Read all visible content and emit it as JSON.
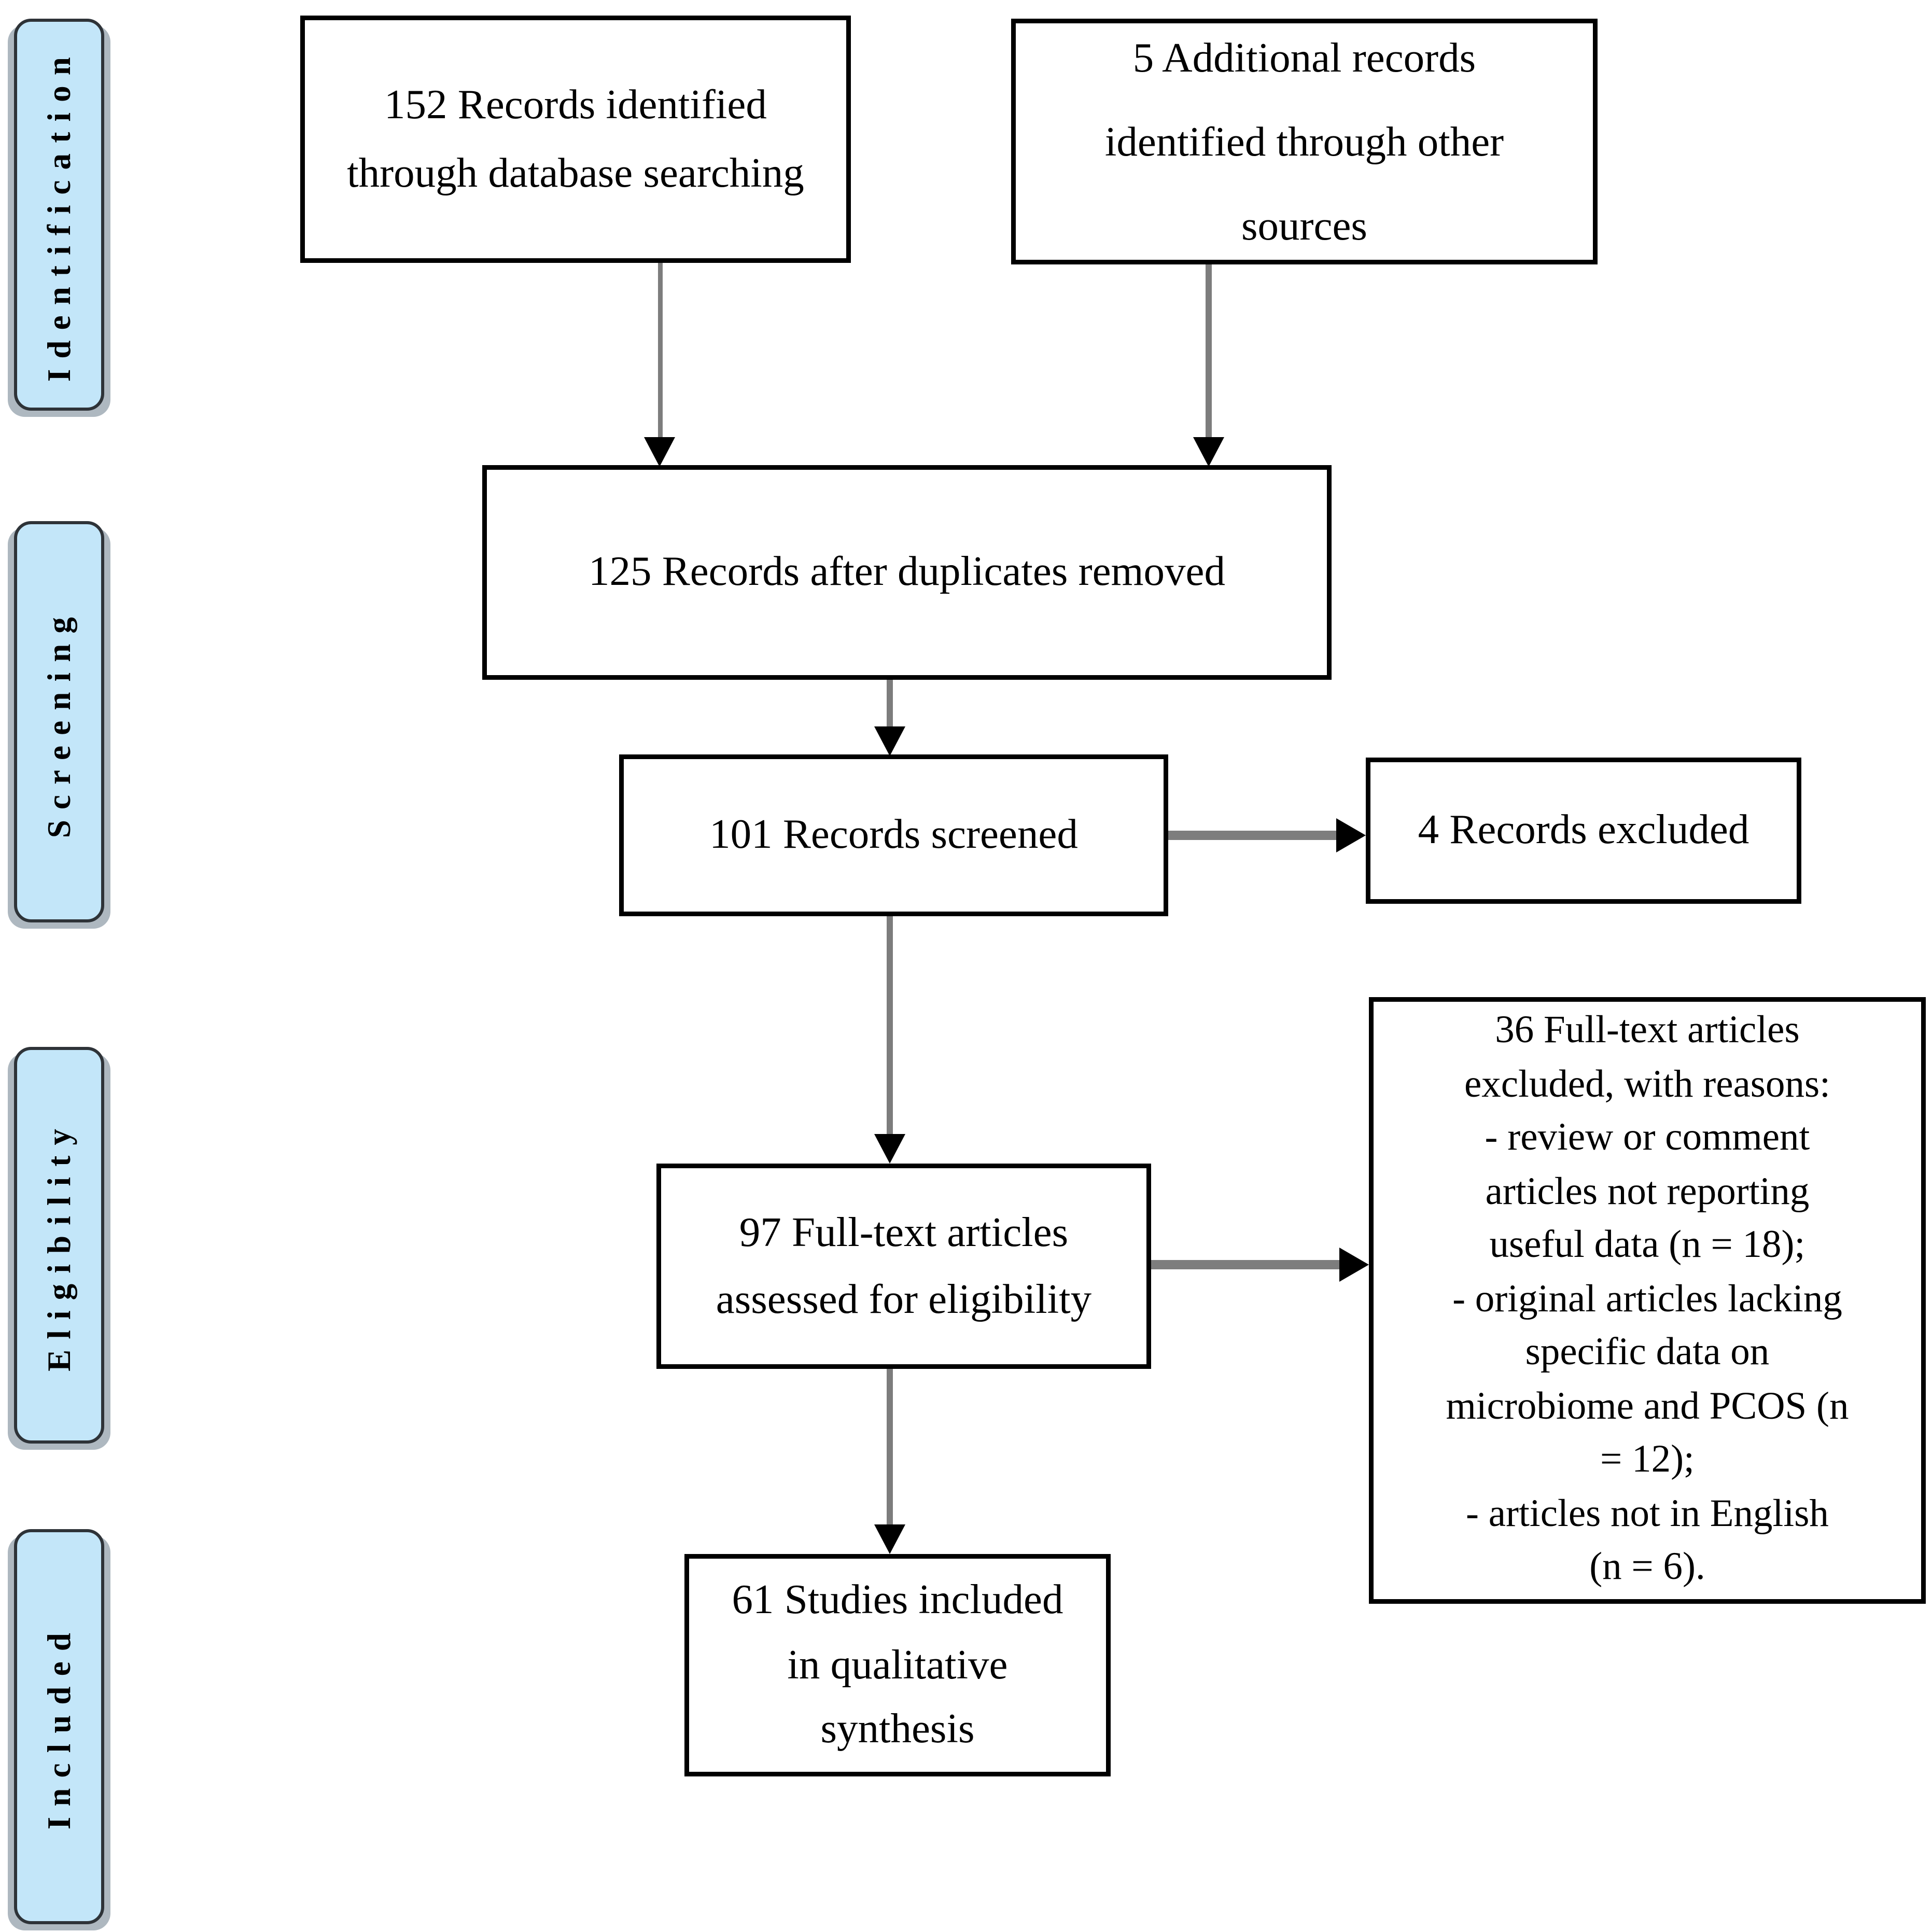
{
  "diagram": {
    "type": "prisma-flowchart",
    "stages": [
      {
        "label": "Identification"
      },
      {
        "label": "Screening"
      },
      {
        "label": "Eligibility"
      },
      {
        "label": "Included"
      }
    ],
    "boxes": {
      "identified": "152 Records identified\nthrough database searching",
      "additional": "5 Additional records\nidentified through other\nsources",
      "deduplicated": "125 Records after duplicates removed",
      "screened": "101 Records screened",
      "records_excluded": "4 Records excluded",
      "fulltext_assessed": "97 Full-text articles\nassessed for eligibility",
      "fulltext_excluded_reasons": "36 Full-text articles\nexcluded, with reasons:\n- review or comment\narticles not reporting\nuseful data (n = 18);\n- original articles lacking\nspecific data on\nmicrobiome and PCOS (n\n= 12);\n- articles not in English\n(n = 6).",
      "included_studies": "61 Studies included\nin qualitative\nsynthesis"
    },
    "colors": {
      "stage-fill": "#c3e6f9",
      "arrow-stem": "#7d7d7d",
      "arrow-head": "#000000",
      "box-border": "#000000",
      "text": "#000000"
    }
  }
}
